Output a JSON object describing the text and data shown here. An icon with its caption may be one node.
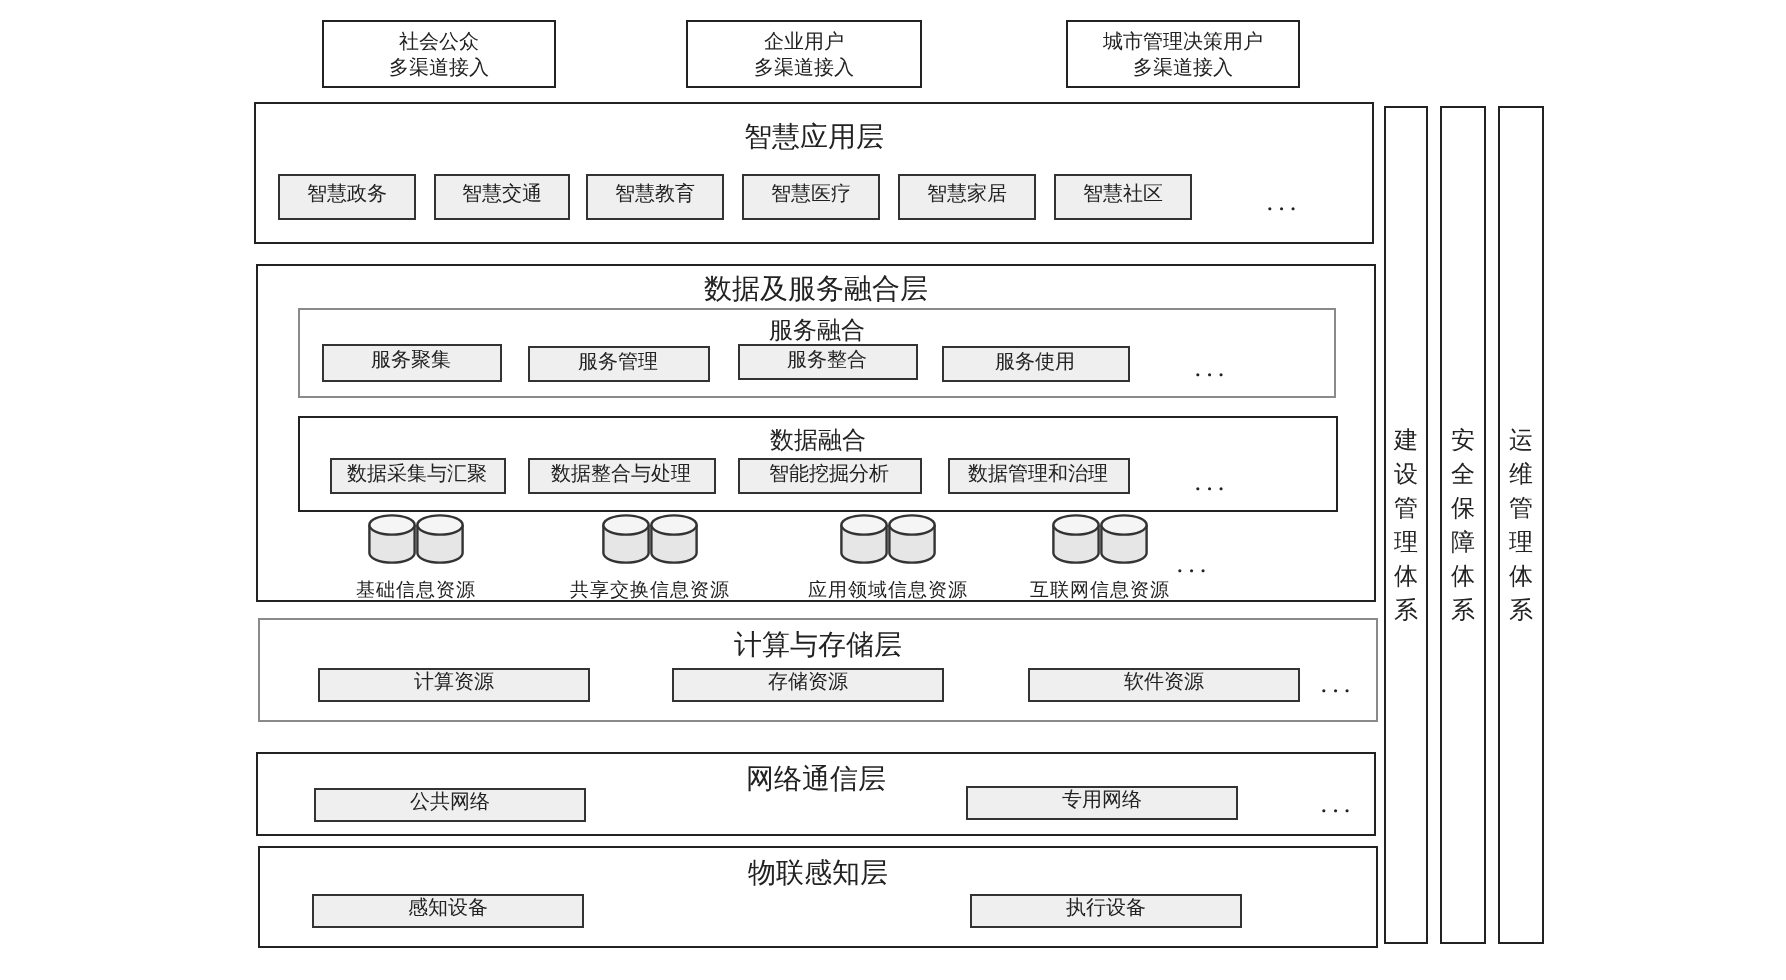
{
  "diagram": {
    "nodes": [
      {
        "text": [
          "社会公众",
          "多渠道接入"
        ]
      },
      {
        "text": [
          "企业用户",
          "多渠道接入"
        ]
      },
      {
        "text": [
          "城市管理决策用户",
          "多渠道接入"
        ]
      },
      {
        "text": [
          "智慧应用层"
        ]
      },
      {
        "text": [
          "智慧政务"
        ],
        "in": 3
      },
      {
        "text": [
          "智慧交通"
        ],
        "in": 3
      },
      {
        "text": [
          "智慧教育"
        ],
        "in": 3
      },
      {
        "text": [
          "智慧医疗"
        ],
        "in": 3
      },
      {
        "text": [
          "智慧家居"
        ],
        "in": 3
      },
      {
        "text": [
          "智慧社区"
        ],
        "in": 3
      },
      {
        "text": [
          "数据及服务融合层"
        ]
      },
      {
        "text": [
          "服务融合"
        ],
        "in": 10
      },
      {
        "text": [
          "服务聚集"
        ],
        "in": 11
      },
      {
        "text": [
          "服务管理"
        ],
        "in": 11
      },
      {
        "text": [
          "服务整合"
        ],
        "in": 11
      },
      {
        "text": [
          "服务使用"
        ],
        "in": 11
      },
      {
        "text": [
          "数据融合"
        ],
        "in": 10
      },
      {
        "text": [
          "数据采集与汇聚"
        ],
        "in": 16
      },
      {
        "text": [
          "数据整合与处理"
        ],
        "in": 16
      },
      {
        "text": [
          "智能挖掘分析"
        ],
        "in": 16
      },
      {
        "text": [
          "数据管理和治理"
        ],
        "in": 16
      },
      {
        "text": [
          "基础信息资源"
        ],
        "in": 10
      },
      {
        "text": [
          "共享交换信息资源"
        ],
        "in": 10
      },
      {
        "text": [
          "应用领域信息资源"
        ],
        "in": 10
      },
      {
        "text": [
          "互联网信息资源"
        ],
        "in": 10
      },
      {
        "text": [
          "计算与存储层"
        ]
      },
      {
        "text": [
          "计算资源"
        ],
        "in": 25
      },
      {
        "text": [
          "存储资源"
        ],
        "in": 25
      },
      {
        "text": [
          "软件资源"
        ],
        "in": 25
      },
      {
        "text": [
          "网络通信层"
        ]
      },
      {
        "text": [
          "公共网络"
        ],
        "in": 29
      },
      {
        "text": [
          "专用网络"
        ],
        "in": 29
      },
      {
        "text": [
          "物联感知层"
        ]
      },
      {
        "text": [
          "感知设备"
        ],
        "in": 32
      },
      {
        "text": [
          "执行设备"
        ],
        "in": 32
      },
      {
        "text": [
          "建设管理体系"
        ]
      },
      {
        "text": [
          "安全保障体系"
        ]
      },
      {
        "text": [
          "运维管理体系"
        ]
      }
    ],
    "labels": [
      "...",
      "...",
      "...",
      "...",
      "...",
      "..."
    ]
  }
}
